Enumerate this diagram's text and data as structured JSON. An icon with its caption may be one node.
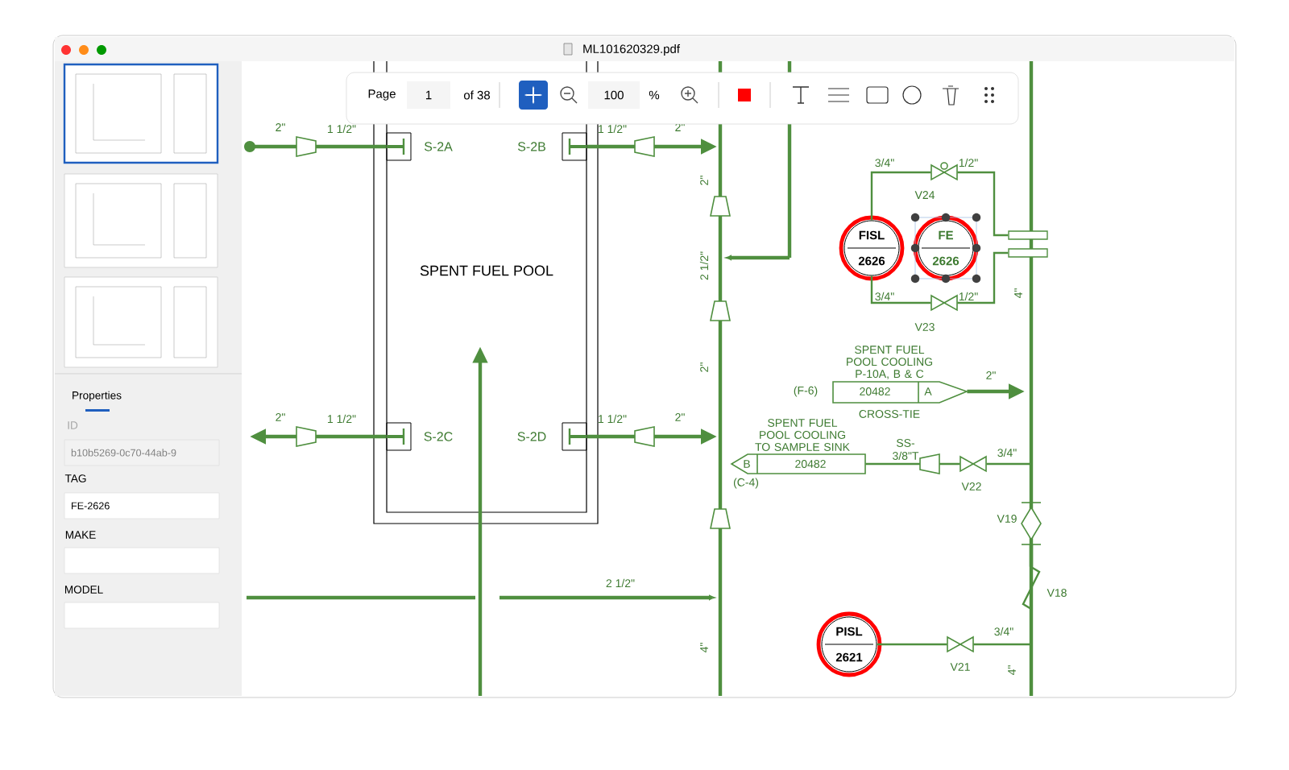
{
  "diagram": {
    "title": "ML101620329.pdf",
    "nodes": [
      {
        "text": [
          "SPENT FUEL POOL"
        ]
      },
      {
        "text": [],
        "shape": "box",
        "beside": [
          "S-2A"
        ]
      },
      {
        "text": [],
        "shape": "box",
        "beside": [
          "S-2B"
        ]
      },
      {
        "text": [],
        "shape": "box",
        "beside": [
          "S-2C"
        ]
      },
      {
        "text": [],
        "shape": "box",
        "beside": [
          "S-2D"
        ]
      },
      {
        "text": [
          "FISL",
          "2626"
        ]
      },
      {
        "text": [
          "FE",
          "2626"
        ]
      },
      {
        "text": [
          "PISL",
          "2621"
        ]
      },
      {
        "text": [
          "20482",
          "A"
        ],
        "beside": [
          "SPENT FUEL POOL COOLING P-10A, B & C",
          "(F-6)",
          "CROSS-TIE"
        ]
      },
      {
        "text": [
          "B",
          "20482"
        ],
        "beside": [
          "SPENT FUEL POOL COOLING TO SAMPLE SINK",
          "(C-4)"
        ]
      },
      {
        "text": [],
        "shape": "valve",
        "beside": [
          "V24"
        ]
      },
      {
        "text": [],
        "shape": "valve",
        "beside": [
          "V23"
        ]
      },
      {
        "text": [],
        "shape": "valve",
        "beside": [
          "V22"
        ]
      },
      {
        "text": [],
        "shape": "diamond",
        "beside": [
          "V19"
        ]
      },
      {
        "text": [],
        "shape": "check-valve",
        "beside": [
          "V18"
        ]
      },
      {
        "text": [],
        "shape": "valve",
        "beside": [
          "V21"
        ]
      },
      {
        "text": [],
        "shape": "flange"
      },
      {
        "text": [],
        "shape": "flange"
      }
    ],
    "edges": [
      {
        "from": 1,
        "to": null,
        "arrow": "other",
        "label": "2\""
      },
      {
        "from": 2,
        "to": null,
        "arrow": "to",
        "label": "2\""
      },
      {
        "from": 3,
        "to": null,
        "arrow": "to",
        "label": "2\""
      },
      {
        "from": 4,
        "to": null,
        "arrow": "to",
        "label": "2\""
      },
      {
        "from": null,
        "to": 0,
        "arrow": "to"
      },
      {
        "from": 5,
        "to": 10,
        "arrow": "none"
      },
      {
        "from": 5,
        "to": 11,
        "arrow": "none"
      },
      {
        "from": 10,
        "to": 16,
        "arrow": "none"
      },
      {
        "from": 11,
        "to": 17,
        "arrow": "none"
      },
      {
        "from": 8,
        "to": null,
        "arrow": "to",
        "label": "2\""
      },
      {
        "from": 12,
        "to": 9,
        "arrow": "none"
      },
      {
        "from": 12,
        "to": null,
        "arrow": "none"
      },
      {
        "from": 13,
        "to": 14,
        "arrow": "none"
      },
      {
        "from": 7,
        "to": 15,
        "arrow": "none"
      },
      {
        "from": 15,
        "to": null,
        "arrow": "none"
      }
    ],
    "labels": [
      "Page",
      "1",
      "of 38",
      "100",
      "%",
      "Properties",
      "ID",
      "b10b5269-0c70-44ab-9",
      "TAG",
      "FE-2626",
      "MAKE",
      "MODEL",
      "1 1/2\"",
      "1 1/2\"",
      "2\"",
      "2 1/2\"",
      "3/4\"",
      "1/2\"",
      "3/4\"",
      "1/2\"",
      "4\"",
      "2\"",
      "1 1/2\"",
      "1 1/2\"",
      "SS- 3/8\"T",
      "3/4\"",
      "2 1/2\"",
      "3/4\"",
      "4\"",
      "4\""
    ]
  }
}
